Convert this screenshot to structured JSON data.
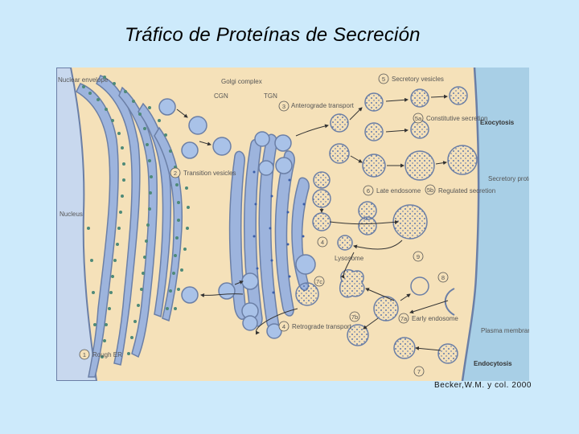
{
  "slide": {
    "title": "Tráfico de Proteínas de Secreción",
    "credit": "Becker,W.M. y col. 2000"
  },
  "figure": {
    "colors": {
      "background": "#f5e1b9",
      "cytosol": "#f5e1b9",
      "membrane": "#6b7fa6",
      "lumen": "#9db4dd",
      "vesicle": "#a9c2e8",
      "ribosome": "#4e8a78",
      "cargo": "#3b5ea8",
      "extracellular": "#a8cfe6",
      "nucleus": "#c8d8ee"
    },
    "labels": {
      "nuclear_envelope": "Nuclear envelope",
      "golgi_complex": "Golgi complex",
      "cgn": "CGN",
      "tgn": "TGN",
      "anterograde_transport": "Anterograde transport",
      "secretory_vesicles": "Secretory vesicles",
      "constitutive_secretion": "Constitutive secretion",
      "exocytosis": "Exocytosis",
      "transition_vesicles": "Transition vesicles",
      "late_endosome": "Late endosome",
      "regulated_secretion": "Regulated secretion",
      "secretory_proteins": "Secretory proteins",
      "nucleus": "Nucleus",
      "lysosome": "Lysosome",
      "early_endosome": "Early endosome",
      "plasma_membrane": "Plasma membrane",
      "retrograde_transport": "Retrograde transport",
      "endocytosis": "Endocytosis",
      "rough_er": "Rough ER"
    },
    "steps": {
      "s1": "1",
      "s2": "2",
      "s3": "3",
      "s4a": "4",
      "s4b": "4",
      "s5": "5",
      "s5a": "5a",
      "s5b": "5b",
      "s6": "6",
      "s7": "7",
      "s7a": "7a",
      "s7b": "7b",
      "s7c": "7c",
      "s8": "8",
      "s9": "9"
    }
  }
}
